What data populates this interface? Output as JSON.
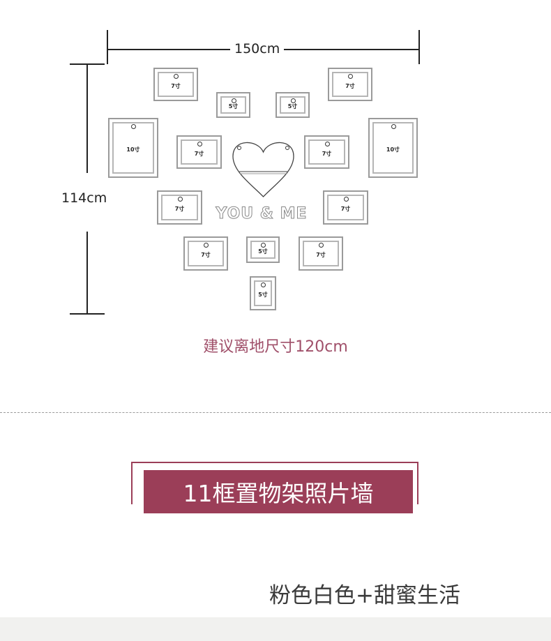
{
  "dimensions": {
    "width": "150cm",
    "height": "114cm"
  },
  "frames": [
    "7寸",
    "5寸",
    "5寸",
    "7寸",
    "10寸",
    "7寸",
    "7寸",
    "10寸",
    "7寸",
    "7寸",
    "7寸",
    "5寸",
    "7寸",
    "5寸"
  ],
  "center_text": "YOU & ME",
  "hanging_note": "建议离地尺寸120cm",
  "section_title": "11框置物架照片墙",
  "variant_name": "粉色白色+甜蜜生活",
  "colors": {
    "accent": "#9b3e58",
    "note": "#a0506a"
  }
}
